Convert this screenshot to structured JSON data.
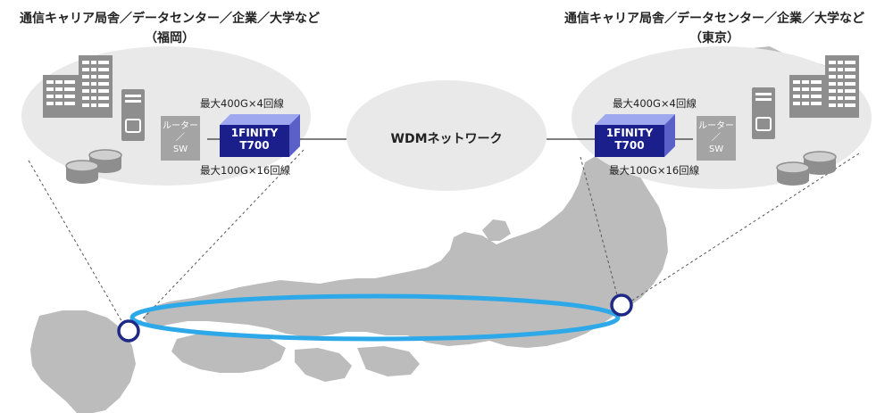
{
  "sites": [
    {
      "title": "通信キャリア局舎／データセンター／企業／大学など",
      "city": "（福岡）"
    },
    {
      "title": "通信キャリア局舎／データセンター／企業／大学など",
      "city": "（東京）"
    }
  ],
  "equipment": {
    "line1": "1FINITY",
    "line2": "T700",
    "router_top": "ルーター",
    "router_slash": "／",
    "router_bottom": "SW"
  },
  "capacity": {
    "top": "最大400G×4回線",
    "bottom": "最大100G×16回線"
  },
  "network": {
    "label": "WDMネットワーク"
  },
  "colors": {
    "bubble": "#e9e9e9",
    "building": "#8e8e8e",
    "device": "#1a1f8c",
    "device_top": "#9ea8ee",
    "device_side": "#5a60c8",
    "router": "#a4a4a4",
    "map": "#bcbcbc",
    "ring": "#2da8e8",
    "node": "#1f2a86"
  }
}
